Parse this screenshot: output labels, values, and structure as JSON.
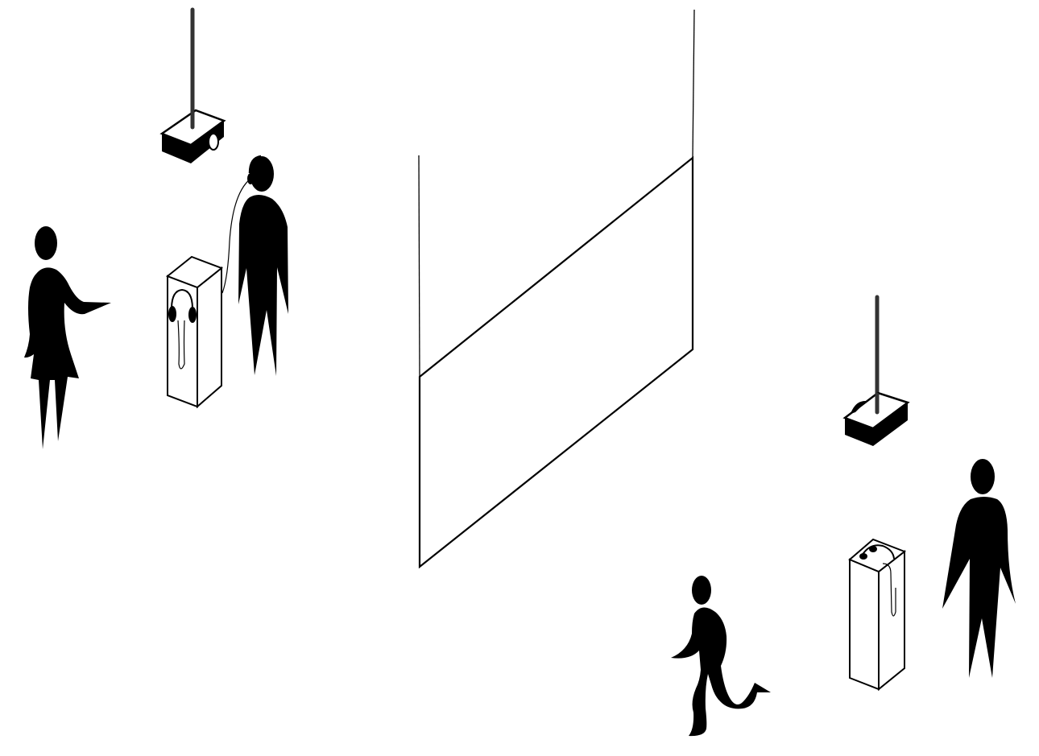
{
  "diagram": {
    "colors": {
      "background": "#ffffff",
      "ink": "#000000",
      "pole": "#333333"
    },
    "elements": [
      "projection-screen",
      "ceiling-projector-left",
      "ceiling-projector-right",
      "audio-kiosk-left",
      "audio-kiosk-right",
      "person-pointing",
      "person-with-headphones",
      "person-walking",
      "person-standing"
    ]
  }
}
